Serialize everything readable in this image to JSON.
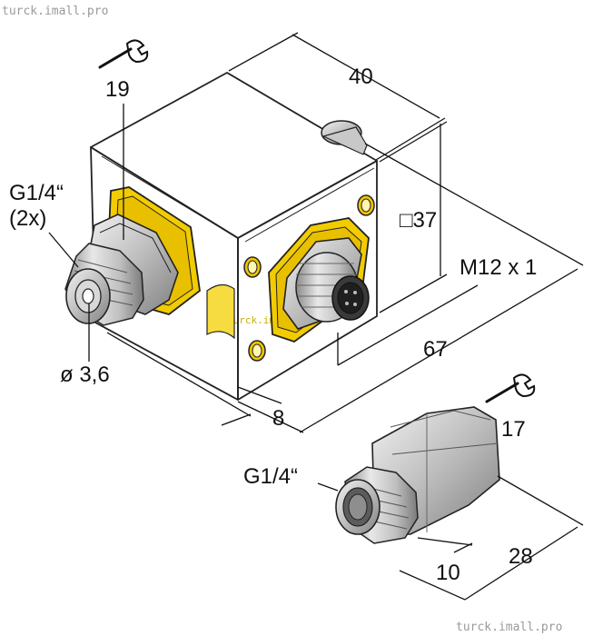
{
  "watermark": {
    "top": "turck.imall.pro",
    "bottom": "turck.imall.pro",
    "center": "turck.imall.pro"
  },
  "labels": {
    "wrench_left": "19",
    "thread_left": "G1/4“",
    "thread_count": "(2x)",
    "bore": "ø 3,6",
    "width": "40",
    "square": "□37",
    "connector": "M12 x 1",
    "length": "67",
    "offset": "8",
    "wrench_right": "17",
    "thread_adapter": "G1/4“",
    "adapter_thread_len": "10",
    "adapter_len": "28"
  },
  "colors": {
    "housing_top": "#fbe10a",
    "housing_front": "#f2cc00",
    "housing_side": "#f7d400",
    "metal_light": "#e4e4e4",
    "metal_mid": "#b8b8b8",
    "metal_dark": "#7c7c7c"
  }
}
